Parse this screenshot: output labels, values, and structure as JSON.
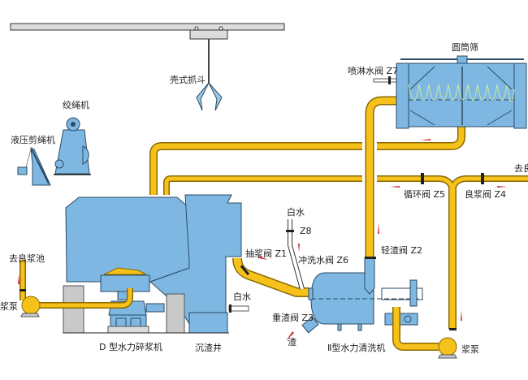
{
  "title": "水力碎浆及清洗流程图",
  "colors": {
    "pipe": "#F5C11A",
    "pipe_outline": "#8a6a00",
    "equipment": "#7EB8E2",
    "equipment_outline": "#2b4a63",
    "support": "#C9C9C9",
    "rail": "#DCDCDC",
    "flow_arrow": "#D0303A",
    "screw": "#CDE8A0"
  },
  "labels": {
    "grab": "壳式抓斗",
    "winch": "绞绳机",
    "rope_cutter": "液压剪绳机",
    "drum_screen": "圆筒筛",
    "spray_valve": "喷淋水阀 Z7",
    "to_good_pulp_right": "去良",
    "circulation_valve": "循环阀 Z5",
    "good_pulp_valve": "良浆阀 Z4",
    "white_water_top": "白水",
    "z8": "Z8",
    "suction_valve": "抽浆阀 Z1",
    "flush_valve": "冲洗水阀 Z6",
    "light_residue_valve": "轻渣阀 Z2",
    "white_water_side": "白水",
    "heavy_residue_valve": "重渣阀 Z3",
    "residue": "渣",
    "to_good_pulp_pool": "去良浆池",
    "pump_left": "浆泵",
    "pump_right": "浆泵",
    "pulper": "D 型水力碎浆机",
    "settling_well": "沉渣井",
    "washer": "Ⅱ型水力清洗机"
  }
}
